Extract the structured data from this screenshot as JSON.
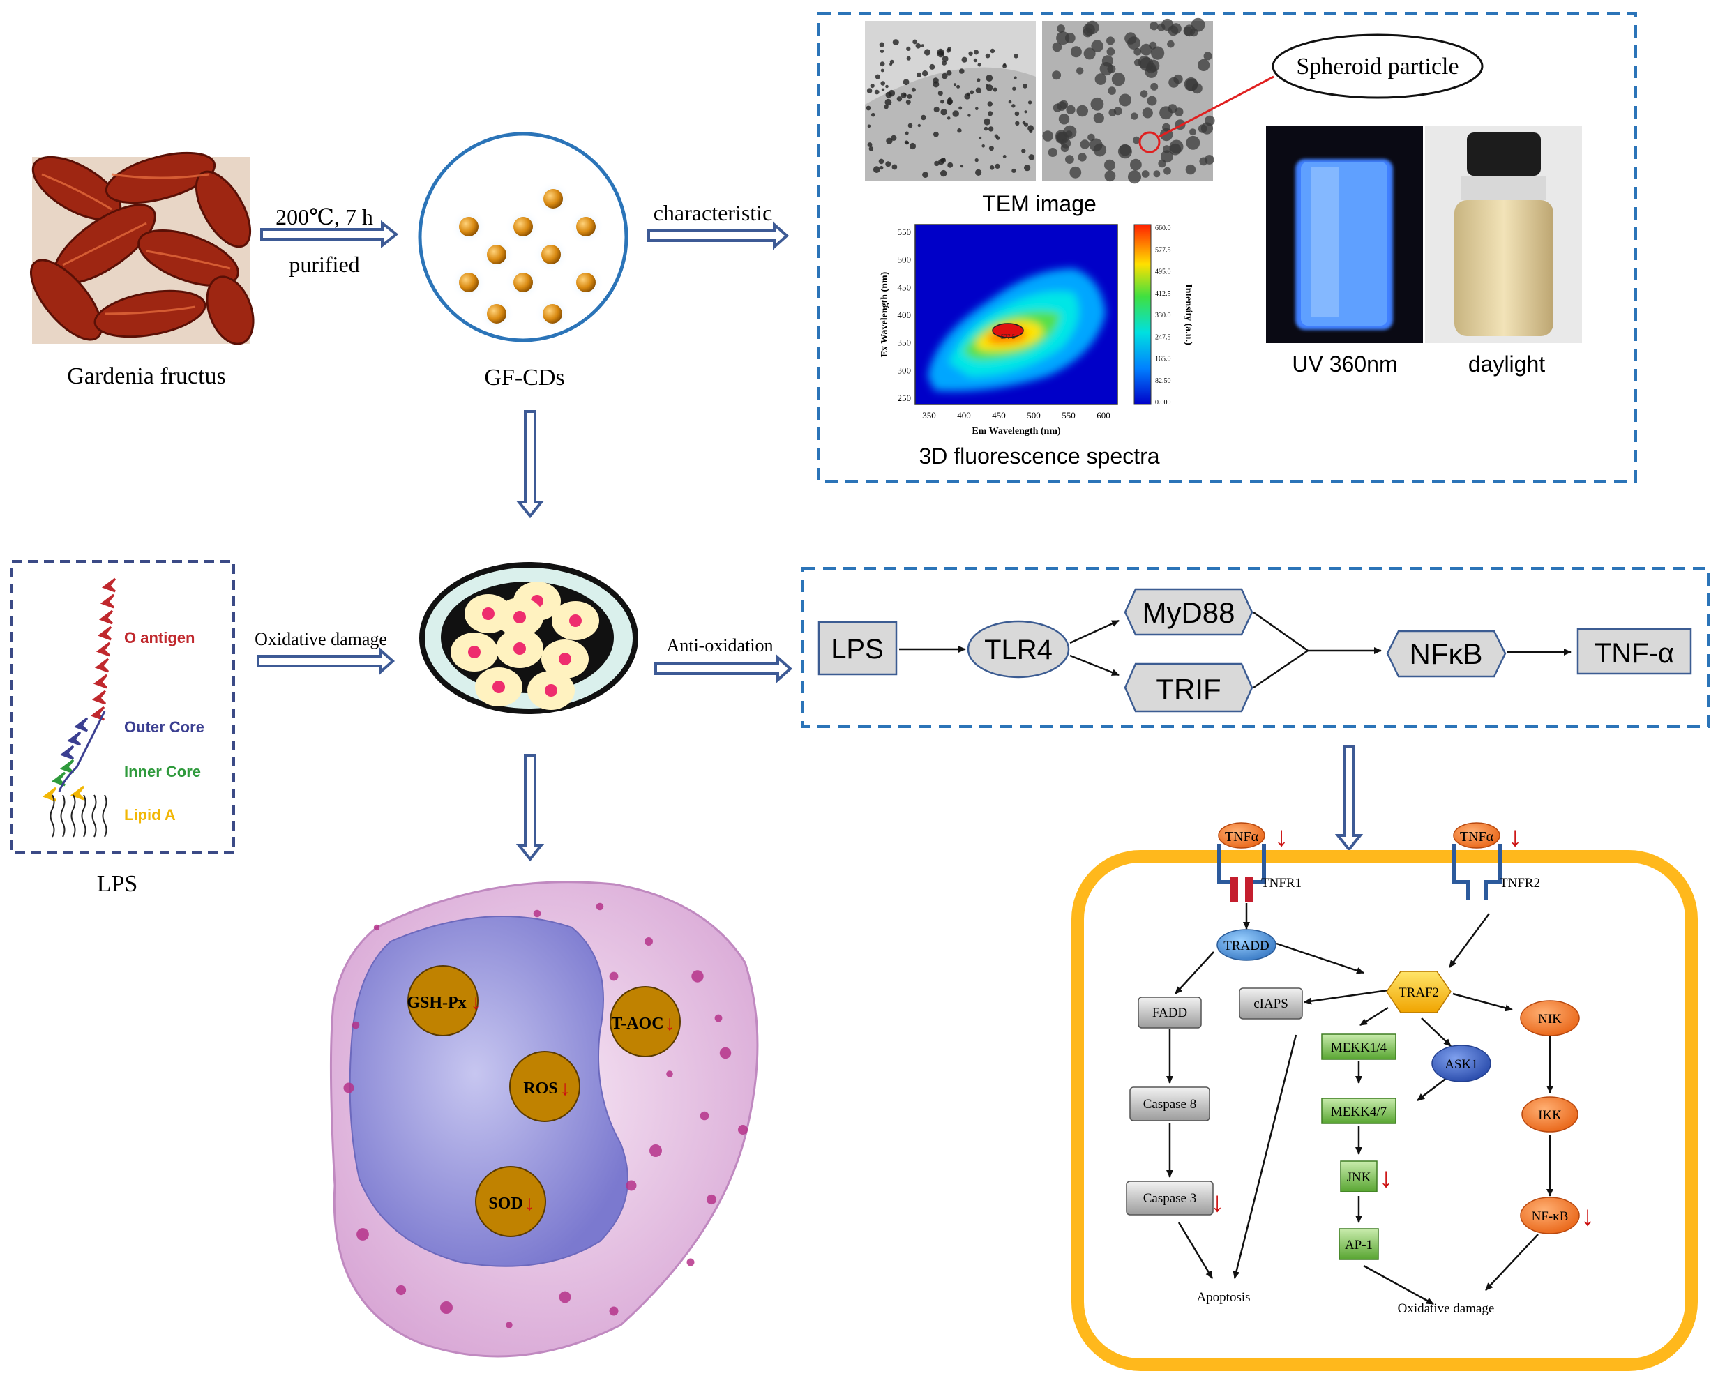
{
  "source": {
    "label": "Gardenia fructus"
  },
  "synthesis": {
    "condition": "200℃, 7 h",
    "step": "purified"
  },
  "product": {
    "label": "GF-CDs"
  },
  "characterization": {
    "arrow_label": "characteristic",
    "tem_caption": "TEM image",
    "callout": "Spheroid particle",
    "spectra_caption": "3D fluorescence spectra",
    "uv_caption": "UV 360nm",
    "daylight_caption": "daylight",
    "spectra": {
      "xlabel": "Em Wavelength (nm)",
      "ylabel": "Ex Wavelength (nm)",
      "cbar_label": "Intensity (a.u.)",
      "xticks": [
        "350",
        "400",
        "450",
        "500",
        "550",
        "600"
      ],
      "yticks": [
        "250",
        "300",
        "350",
        "400",
        "450",
        "500",
        "550"
      ],
      "cbar_ticks": [
        "660.0",
        "577.5",
        "495.0",
        "412.5",
        "330.0",
        "247.5",
        "165.0",
        "82.50",
        "0.000"
      ],
      "peak_label": "577.5"
    }
  },
  "lps": {
    "caption": "LPS",
    "o_antigen": "O antigen",
    "outer_core": "Outer Core",
    "inner_core": "Inner Core",
    "lipid_a": "Lipid A",
    "colors": {
      "o_antigen": "#c0282d",
      "outer_core": "#3b3f91",
      "inner_core": "#2f9a3c",
      "lipid_a": "#f2b705"
    }
  },
  "arrows": {
    "oxidative": "Oxidative damage",
    "anti": "Anti-oxidation"
  },
  "pathway": {
    "lps": "LPS",
    "tlr4": "TLR4",
    "myd88": "MyD88",
    "trif": "TRIF",
    "nfkb": "NFκB",
    "tnf": "TNF-α"
  },
  "cell_markers": {
    "gsh": "GSH-Px",
    "taoc": "T-AOC",
    "ros": "ROS",
    "sod": "SOD"
  },
  "signaling": {
    "tnfa1": "TNFα",
    "tnfa2": "TNFα",
    "tnfr1": "TNFR1",
    "tnfr2": "TNFR2",
    "tradd": "TRADD",
    "traf2": "TRAF2",
    "fadd": "FADD",
    "ciaps": "cIAPS",
    "mekk14": "MEKK1/4",
    "ask1": "ASK1",
    "nik": "NIK",
    "casp8": "Caspase 8",
    "mekk47": "MEKK4/7",
    "ikk": "IKK",
    "casp3": "Caspase 3",
    "jnk": "JNK",
    "nfkb": "NF-κB",
    "ap1": "AP-1",
    "apoptosis": "Apoptosis",
    "oxdamage": "Oxidative damage"
  },
  "down_arrow": "↓"
}
